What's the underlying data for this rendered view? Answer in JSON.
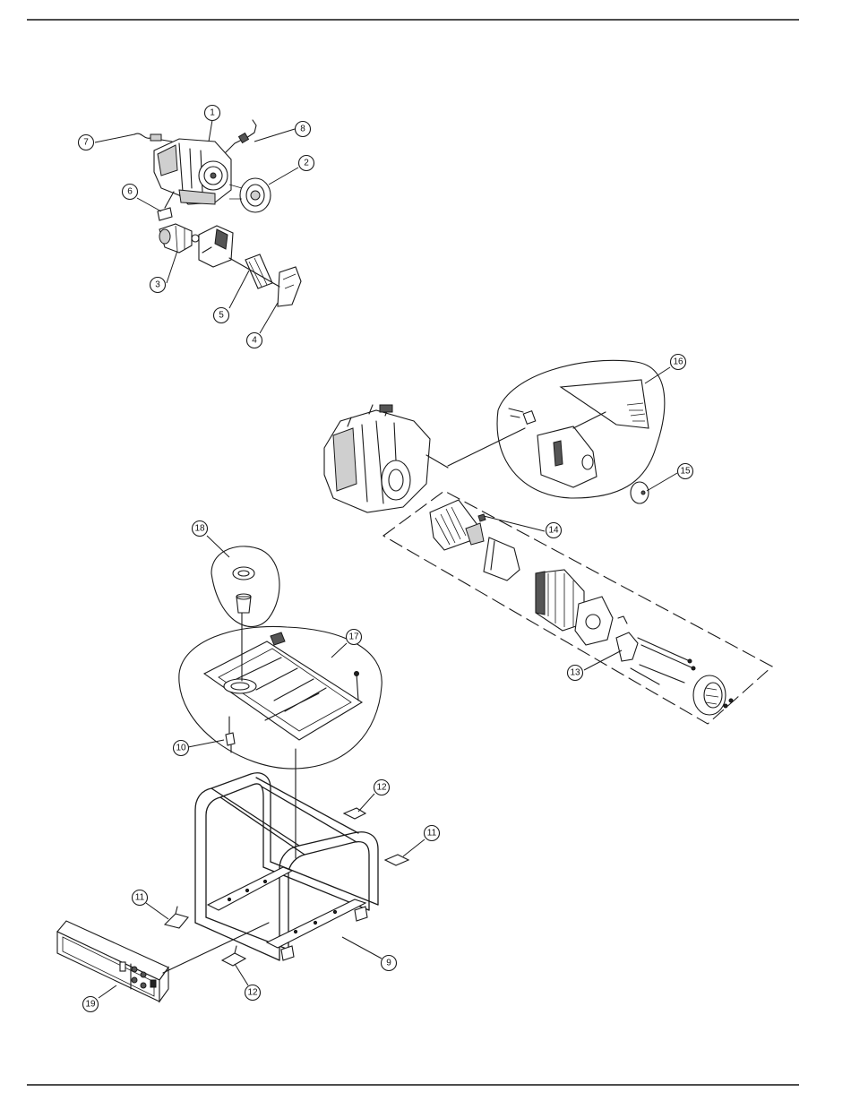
{
  "callouts": [
    {
      "label": "1"
    },
    {
      "label": "2"
    },
    {
      "label": "3"
    },
    {
      "label": "4"
    },
    {
      "label": "5"
    },
    {
      "label": "6"
    },
    {
      "label": "7"
    },
    {
      "label": "8"
    },
    {
      "label": "9"
    },
    {
      "label": "10"
    },
    {
      "label": "11"
    },
    {
      "label": "11"
    },
    {
      "label": "12"
    },
    {
      "label": "12"
    },
    {
      "label": "13"
    },
    {
      "label": "14"
    },
    {
      "label": "15"
    },
    {
      "label": "16"
    },
    {
      "label": "17"
    },
    {
      "label": "18"
    },
    {
      "label": "19"
    }
  ]
}
